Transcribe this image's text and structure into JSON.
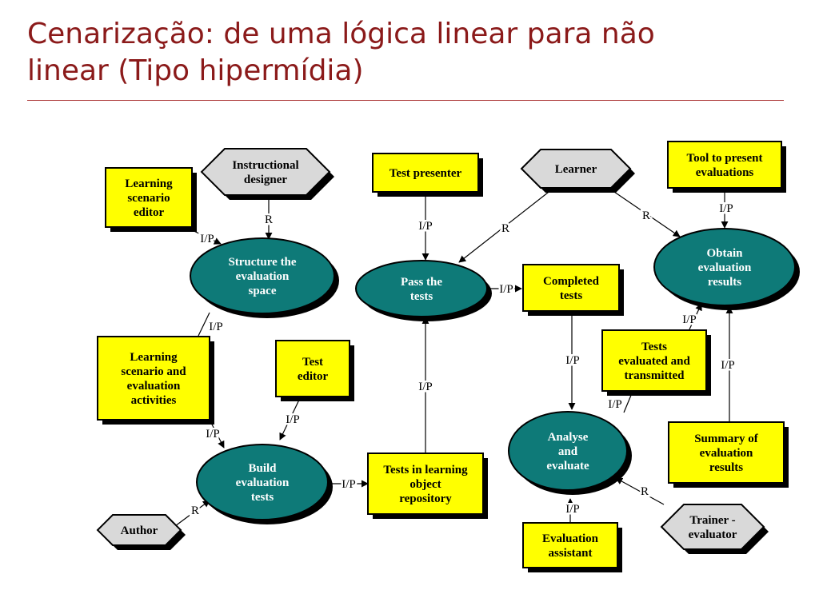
{
  "title_line1": "Cenarização: de uma lógica linear para não",
  "title_line2": "linear (Tipo hipermídia)",
  "colors": {
    "process_fill": "#0e7a78",
    "resource_fill": "#ffff00",
    "actor_fill": "#d9d9d9",
    "title": "#8b1a1a"
  },
  "actors": {
    "instructional_designer": [
      "Instructional",
      "designer"
    ],
    "learner": [
      "Learner"
    ],
    "author": [
      "Author"
    ],
    "trainer": [
      "Trainer -",
      "evaluator"
    ]
  },
  "resources": {
    "learning_scenario_editor": [
      "Learning",
      "scenario",
      "editor"
    ],
    "test_presenter": [
      "Test presenter"
    ],
    "tool_present": [
      "Tool to present",
      "evaluations"
    ],
    "completed_tests": [
      "Completed",
      "tests"
    ],
    "learning_activities": [
      "Learning",
      "scenario and",
      "evaluation",
      "activities"
    ],
    "test_editor": [
      "Test",
      "editor"
    ],
    "tests_evaluated": [
      "Tests",
      "evaluated and",
      "transmitted"
    ],
    "summary": [
      "Summary of",
      "evaluation",
      "results"
    ],
    "repository": [
      "Tests in learning",
      "object",
      "repository"
    ],
    "evaluation_assistant": [
      "Evaluation",
      "assistant"
    ]
  },
  "processes": {
    "structure": [
      "Structure the",
      "evaluation",
      "space"
    ],
    "pass": [
      "Pass the",
      "tests"
    ],
    "obtain": [
      "Obtain",
      "evaluation",
      "results"
    ],
    "build": [
      "Build",
      "evaluation",
      "tests"
    ],
    "analyse": [
      "Analyse",
      "and",
      "evaluate"
    ]
  },
  "edge_labels": {
    "r": "R",
    "ip": "I/P"
  }
}
